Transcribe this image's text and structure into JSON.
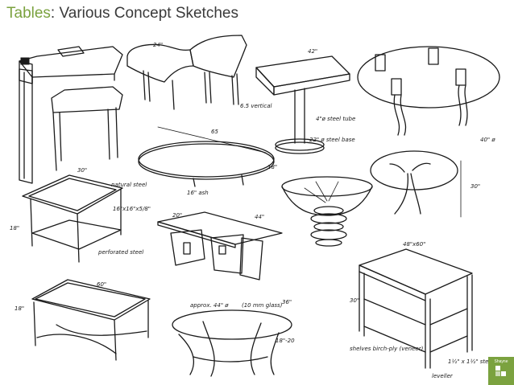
{
  "slide": {
    "title_prefix": "Tables",
    "title_separator": ": ",
    "title_rest": "Various Concept Sketches",
    "accent_color": "#7ba23f",
    "text_color": "#3a3a3a"
  },
  "annotations": {
    "a1": "6.5 vertical",
    "a2": "24\"",
    "a3": "42\"",
    "a4": "4\"ø steel tube",
    "a5": "22\" ø steel base",
    "a6": "65",
    "a7": "18\"",
    "a8": "16\" ash",
    "a9": "40\" ø",
    "a10": "30\"",
    "a11": "natural steel",
    "a12": "16\"x16\"x5/8\"",
    "a13": "perforated steel",
    "a14": "20\"",
    "a15": "44\"",
    "a16": "18\"",
    "a17": "60\"",
    "a18": "48\"x60\"",
    "a19": "approx. 44\" ø",
    "a20": "(10 mm glass)",
    "a21": "18\"-20",
    "a22": "36\"",
    "a23": "shelves birch-ply (veneer)",
    "a24": "leveller",
    "a25": "1½\" x 1½\" steel",
    "a26": "30\""
  },
  "logo": {
    "text": "Shayne",
    "icon": "shayne-logo-icon"
  }
}
